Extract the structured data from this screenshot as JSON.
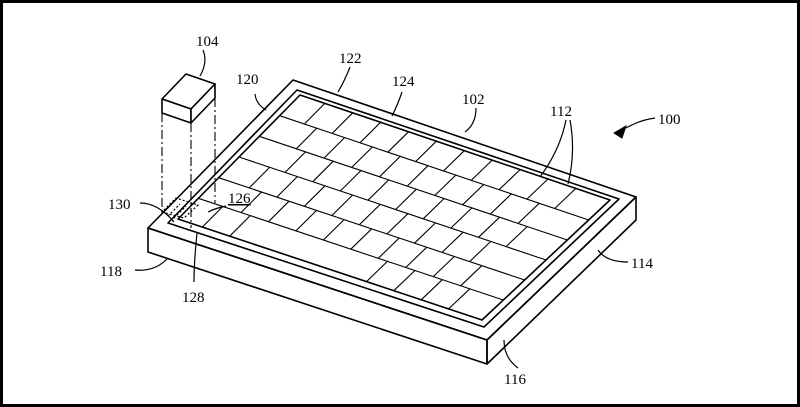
{
  "figure": {
    "labels": {
      "assembly": "100",
      "keyboard": "102",
      "component": "104",
      "keys": "112",
      "side_right": "114",
      "side_front": "116",
      "side_left": "118",
      "frame_corner": "120",
      "frame_top": "122",
      "rim": "124",
      "recess": "126",
      "pocket": "128",
      "opening": "130"
    }
  }
}
